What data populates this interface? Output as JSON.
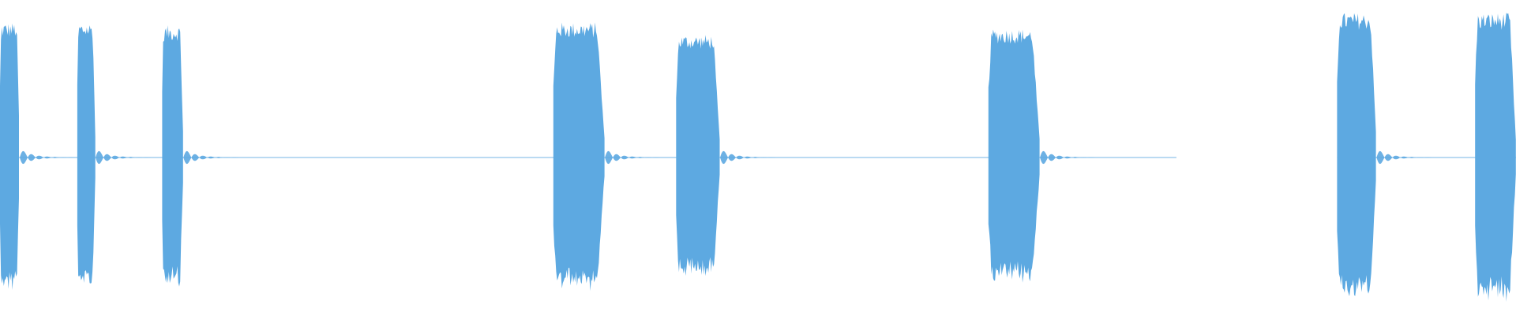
{
  "waveform": {
    "color": "#5DA9E1",
    "background": "#FFFFFF",
    "center_level": 0.5,
    "peak_amplitude": 0.43,
    "visible_range": [
      0.0,
      1.0
    ],
    "bursts": [
      {
        "start": 0.0,
        "end": 0.013,
        "peak": 0.43,
        "tail": "short"
      },
      {
        "start": 0.051,
        "end": 0.063,
        "peak": 0.43,
        "tail": "short"
      },
      {
        "start": 0.107,
        "end": 0.121,
        "peak": 0.42,
        "tail": "short"
      },
      {
        "start": 0.365,
        "end": 0.399,
        "peak": 0.43,
        "tail": "short"
      },
      {
        "start": 0.446,
        "end": 0.475,
        "peak": 0.39,
        "tail": "short"
      },
      {
        "start": 0.652,
        "end": 0.686,
        "peak": 0.41,
        "tail": "short"
      },
      {
        "start": 0.882,
        "end": 0.908,
        "peak": 0.46,
        "tail": "short"
      },
      {
        "start": 0.973,
        "end": 1.0,
        "peak": 0.46,
        "tail": "none"
      }
    ],
    "silence_gaps": [
      {
        "start": 0.776,
        "end": 0.882
      }
    ]
  }
}
